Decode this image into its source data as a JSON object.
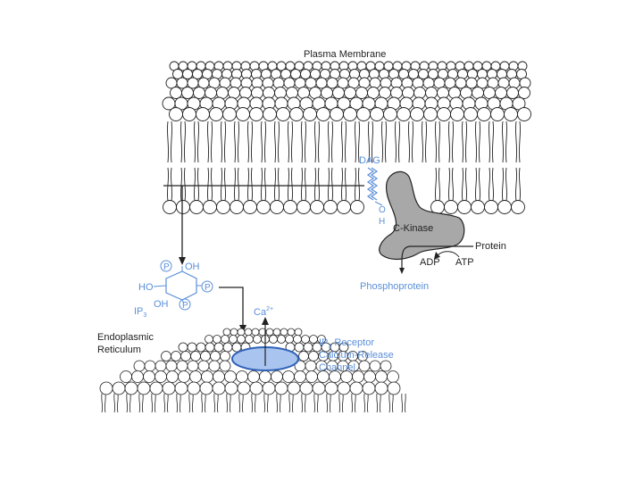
{
  "labels": {
    "plasma_membrane": "Plasma Membrane",
    "dag": "DAG",
    "c_kinase": "C-Kinase",
    "protein": "Protein",
    "adp": "ADP",
    "atp": "ATP",
    "phosphoprotein": "Phosphoprotein",
    "oh_vertical_o": "O",
    "oh_vertical_h": "H",
    "ip3_oh_top": "OH",
    "ip3_ho_left": "HO",
    "ip3_oh_bottom": "OH",
    "ip3_name": "IP",
    "ip3_sub": "3",
    "phosphate": "P",
    "ca_ion": "Ca",
    "ca_charge": "2+",
    "er_line1": "Endoplasmic",
    "er_line2": "Reticulum",
    "receptor_line1_name": "IP",
    "receptor_line1_sub": "3",
    "receptor_line1_rest": " Receptor",
    "receptor_line2": "Calcium-Release",
    "receptor_line3": "Channel"
  },
  "colors": {
    "ink": "#222222",
    "accent_blue": "#5b8fd8",
    "kinase_fill": "#a8a8a8",
    "channel_fill": "#a9c4ee"
  }
}
